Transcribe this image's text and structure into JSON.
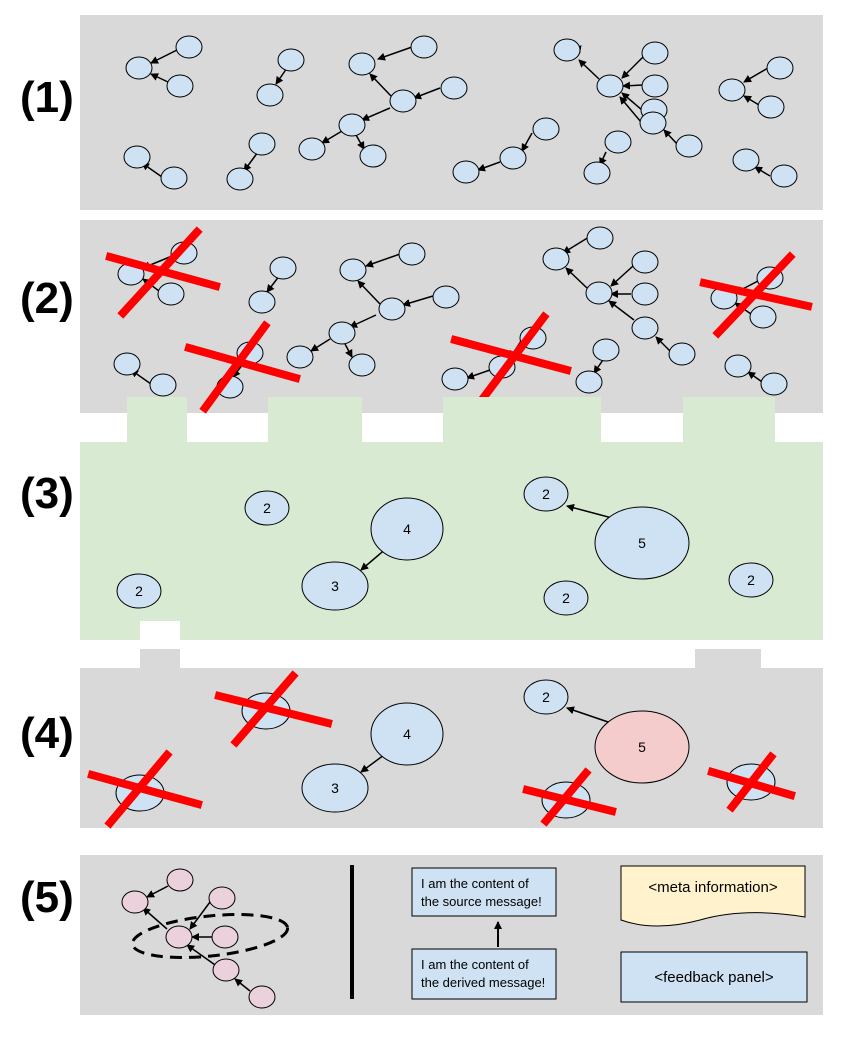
{
  "stages": [
    {
      "label": "(1)"
    },
    {
      "label": "(2)"
    },
    {
      "label": "(3)"
    },
    {
      "label": "(4)"
    },
    {
      "label": "(5)"
    }
  ],
  "colors": {
    "panel_gray": "#d9d9d9",
    "panel_green": "#d9ead3",
    "node_blue": "#cfe2f3",
    "node_pink": "#ead1dc",
    "node_red_highlight": "#f4cccc",
    "cross_red": "#ff0000",
    "meta_yellow": "#fff2cc"
  },
  "stage3": {
    "nodes": [
      {
        "id": "a",
        "label": "2"
      },
      {
        "id": "b",
        "label": "4"
      },
      {
        "id": "c",
        "label": "3"
      },
      {
        "id": "d",
        "label": "2"
      },
      {
        "id": "e",
        "label": "5"
      },
      {
        "id": "f",
        "label": "2"
      },
      {
        "id": "g",
        "label": "2"
      },
      {
        "id": "h",
        "label": "2"
      }
    ]
  },
  "stage4": {
    "nodes": [
      {
        "id": "b",
        "label": "4"
      },
      {
        "id": "c",
        "label": "3"
      },
      {
        "id": "d",
        "label": "2"
      },
      {
        "id": "e",
        "label": "5"
      }
    ]
  },
  "stage5": {
    "source_message": [
      "I am the content of",
      "the source message!"
    ],
    "derived_message": [
      "I am the content of",
      "the derived message!"
    ],
    "meta_panel": "<meta information>",
    "feedback_panel": "<feedback panel>"
  }
}
